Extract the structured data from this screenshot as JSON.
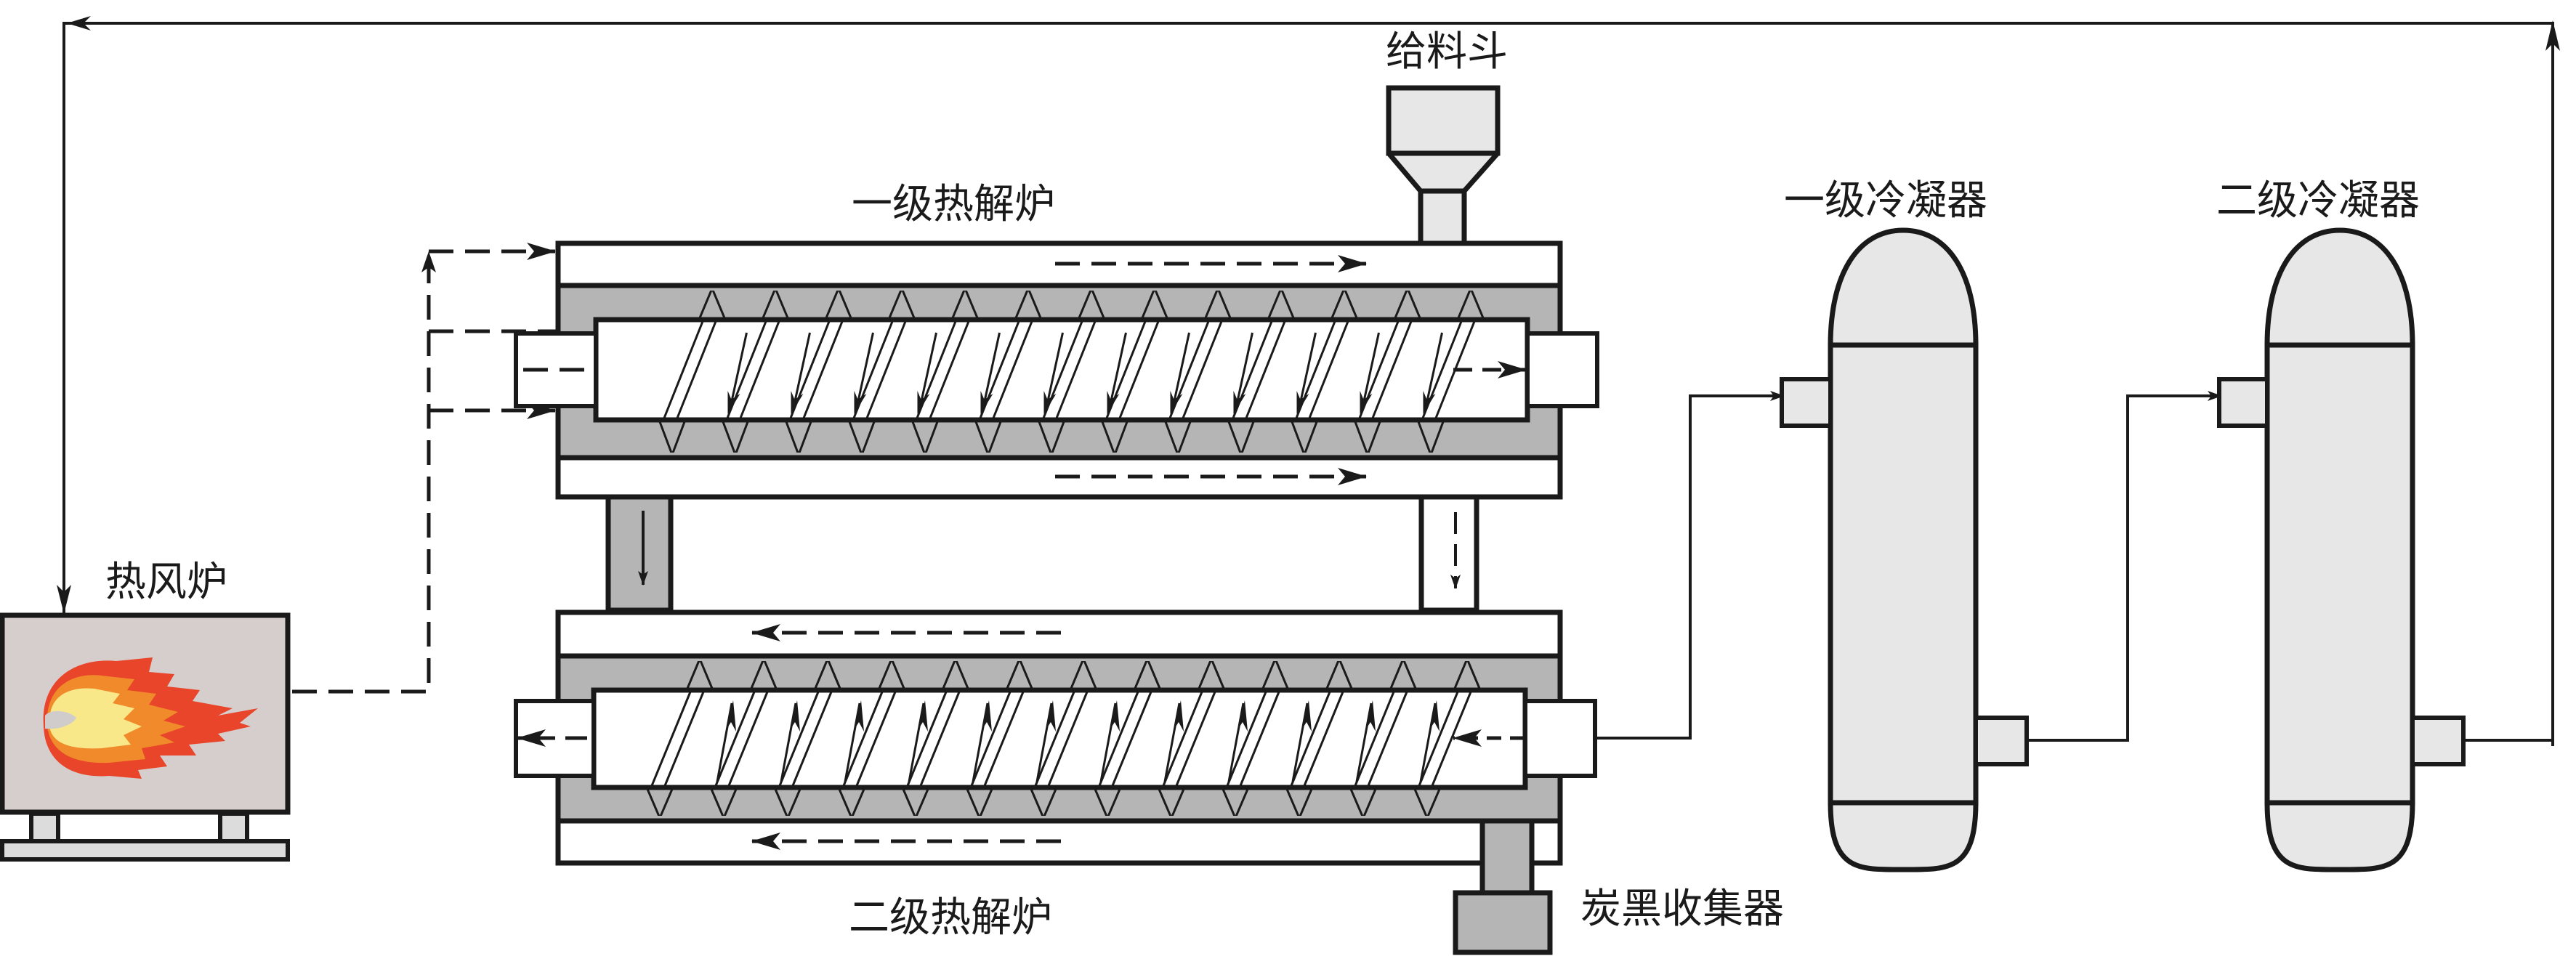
{
  "diagram": {
    "title": "",
    "type": "process-flow"
  },
  "labels": {
    "hot_air_furnace": "热风炉",
    "feed_hopper": "给料斗",
    "primary_pyrolysis_furnace": "一级热解炉",
    "secondary_pyrolysis_furnace": "二级热解炉",
    "primary_condenser": "一级冷凝器",
    "secondary_condenser": "二级冷凝器",
    "carbon_black_collector": "炭黑收集器"
  },
  "colors": {
    "stroke": "#1a1a1a",
    "shell_gray": "#b5b5b5",
    "light_fill": "#e8e7e7",
    "furnace_fill": "#d5cecc",
    "flame_red": "#e8452a",
    "flame_orange": "#f08a2a",
    "flame_yellow": "#f8e88a"
  },
  "nodes": [
    {
      "id": "hot_air_furnace",
      "label": "热风炉"
    },
    {
      "id": "feed_hopper",
      "label": "给料斗"
    },
    {
      "id": "primary_pyrolysis_furnace",
      "label": "一级热解炉"
    },
    {
      "id": "secondary_pyrolysis_furnace",
      "label": "二级热解炉"
    },
    {
      "id": "carbon_black_collector",
      "label": "炭黑收集器"
    },
    {
      "id": "primary_condenser",
      "label": "一级冷凝器"
    },
    {
      "id": "secondary_condenser",
      "label": "二级冷凝器"
    }
  ],
  "edges": [
    {
      "from": "hot_air_furnace",
      "to": "primary_pyrolysis_furnace",
      "style": "dashed",
      "meaning": "hot air to jackets and screw inlet"
    },
    {
      "from": "primary_pyrolysis_furnace",
      "to": "secondary_pyrolysis_furnace",
      "style": "solid",
      "meaning": "material transfer"
    },
    {
      "from": "feed_hopper",
      "to": "primary_pyrolysis_furnace",
      "style": "solid"
    },
    {
      "from": "secondary_pyrolysis_furnace",
      "to": "carbon_black_collector",
      "style": "solid"
    },
    {
      "from": "secondary_pyrolysis_furnace",
      "to": "primary_condenser",
      "style": "solid"
    },
    {
      "from": "primary_condenser",
      "to": "secondary_condenser",
      "style": "solid"
    },
    {
      "from": "secondary_condenser",
      "to": "hot_air_furnace",
      "style": "solid",
      "meaning": "return loop"
    }
  ],
  "screw_flights": {
    "upper_count": 13,
    "lower_count": 13,
    "upper_flow": "right",
    "lower_flow": "left"
  }
}
